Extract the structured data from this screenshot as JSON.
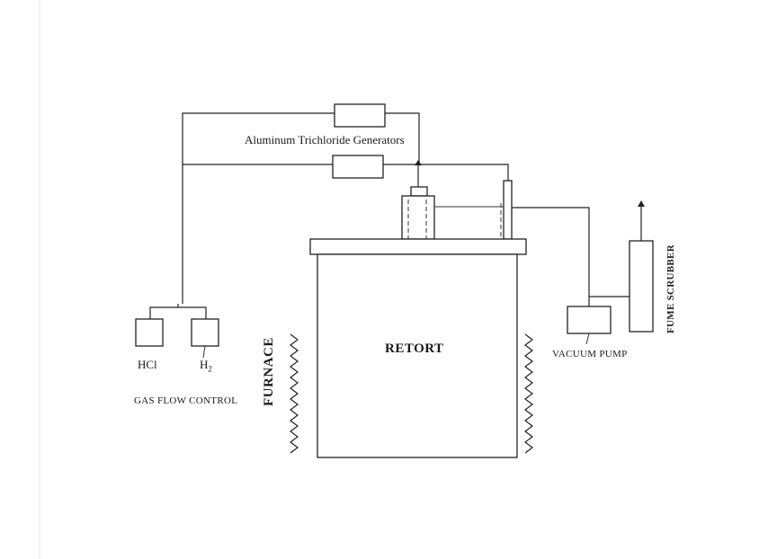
{
  "labels": {
    "generators": "Aluminum Trichloride Generators",
    "retort": "RETORT",
    "furnace": "FURNACE",
    "hcl": "HCl",
    "h2_base": "H",
    "h2_sub": "2",
    "gas_flow_control": "GAS FLOW CONTROL",
    "vacuum_pump": "VACUUM PUMP",
    "fume_scrubber": "FUME SCRUBBER"
  },
  "colors": {
    "ink": "#222222",
    "paper": "#ffffff"
  }
}
